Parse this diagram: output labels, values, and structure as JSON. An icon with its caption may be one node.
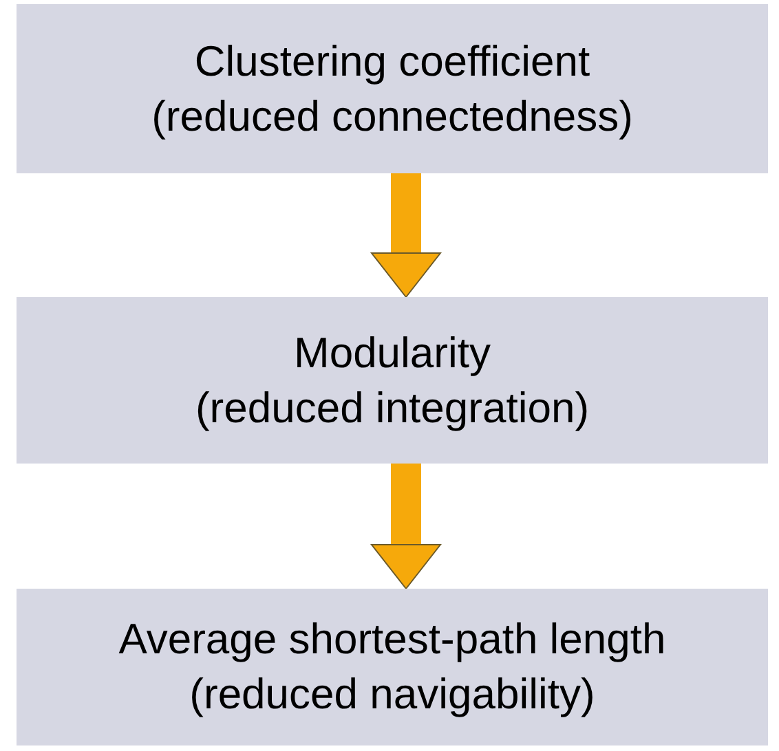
{
  "diagram": {
    "nodes": [
      {
        "text": [
          "Clustering coefficient",
          "(reduced connectedness)"
        ]
      },
      {
        "text": [
          "Modularity",
          "(reduced integration)"
        ]
      },
      {
        "text": [
          "Average shortest-path length",
          "(reduced navigability)"
        ]
      }
    ],
    "edges": [
      {
        "from": 0,
        "to": 1,
        "arrow": "to"
      },
      {
        "from": 1,
        "to": 2,
        "arrow": "to"
      }
    ]
  }
}
